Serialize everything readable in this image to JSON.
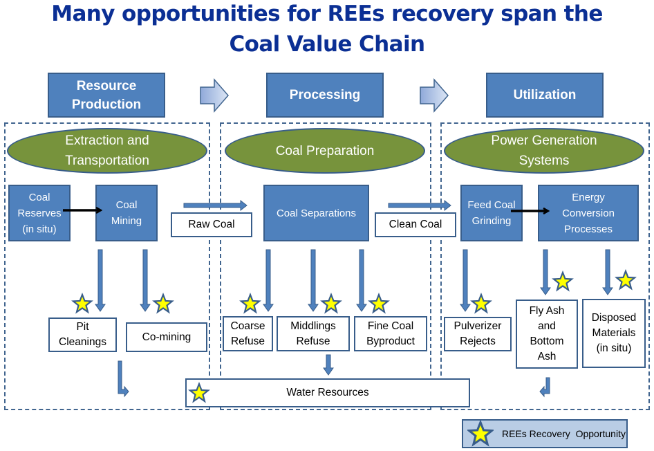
{
  "title": {
    "line1": "Many opportunities for REEs recovery span the",
    "line2": "Coal Value Chain"
  },
  "stages": [
    {
      "label": "Resource Production"
    },
    {
      "label": "Processing"
    },
    {
      "label": "Utilization"
    }
  ],
  "regions": [
    {
      "ellipse": "Extraction and Transportation"
    },
    {
      "ellipse": "Coal Preparation"
    },
    {
      "ellipse": "Power Generation Systems"
    }
  ],
  "processes": {
    "coal_reserves": "Coal Reserves (in situ)",
    "coal_mining": "Coal Mining",
    "coal_separations": "Coal Separations",
    "feed_coal_grinding": "Feed Coal Grinding",
    "energy_conversion": "Energy Conversion Processes"
  },
  "flows": {
    "raw_coal": "Raw Coal",
    "clean_coal": "Clean Coal"
  },
  "outputs": {
    "pit_cleanings": "Pit Cleanings",
    "co_mining": "Co-mining",
    "coarse_refuse": "Coarse Refuse",
    "middlings_refuse": "Middlings Refuse",
    "fine_coal_byproduct": "Fine Coal Byproduct",
    "pulverizer_rejects": "Pulverizer Rejects",
    "fly_ash": "Fly Ash and Bottom Ash",
    "disposed_materials": "Disposed Materials (in situ)",
    "water_resources": "Water Resources"
  },
  "legend": {
    "icon": "star-icon",
    "label": "REEs Recovery  Opportunity"
  },
  "colors": {
    "title": "#0b2f94",
    "stage_fill": "#4f81bd",
    "stage_border": "#385d8a",
    "ellipse_fill": "#77933c",
    "star_fill": "#ffff00",
    "star_border": "#385d8a",
    "legend_fill": "#b9cde5"
  }
}
